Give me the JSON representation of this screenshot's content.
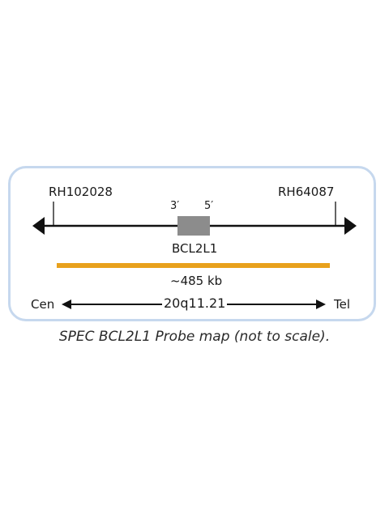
{
  "diagram": {
    "markers": {
      "left": "RH102028",
      "right": "RH64087"
    },
    "gene": {
      "name": "BCL2L1",
      "end_3_label": "3′",
      "end_5_label": "5′"
    },
    "probe": {
      "size_label": "~485 kb",
      "color": "#E8A11C"
    },
    "orientation": {
      "centromere_label": "Cen",
      "band_label": "20q11.21",
      "telomere_label": "Tel"
    },
    "colors": {
      "frame_border": "#C6D8EE",
      "gene_box": "#8C8C8C",
      "line": "#111111"
    }
  },
  "caption": "SPEC BCL2L1 Probe map (not to scale)."
}
